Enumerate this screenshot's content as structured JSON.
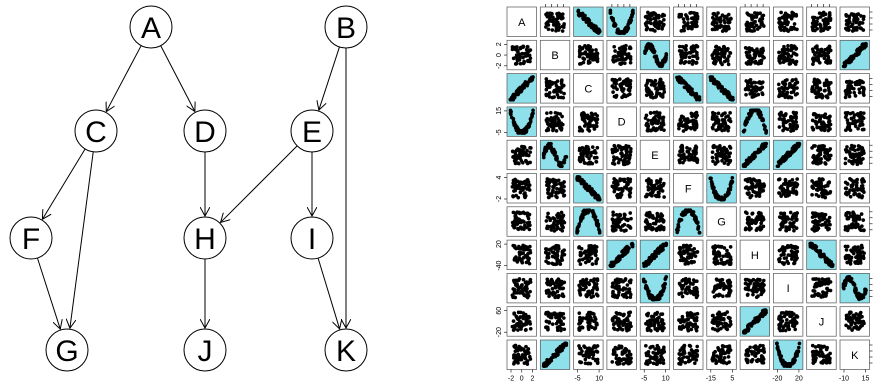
{
  "dag": {
    "nodes": [
      {
        "id": "A",
        "label": "A"
      },
      {
        "id": "B",
        "label": "B"
      },
      {
        "id": "C",
        "label": "C"
      },
      {
        "id": "D",
        "label": "D"
      },
      {
        "id": "E",
        "label": "E"
      },
      {
        "id": "F",
        "label": "F"
      },
      {
        "id": "H",
        "label": "H"
      },
      {
        "id": "I",
        "label": "I"
      },
      {
        "id": "G",
        "label": "G"
      },
      {
        "id": "J",
        "label": "J"
      },
      {
        "id": "K",
        "label": "K"
      }
    ],
    "edges": [
      [
        "A",
        "C"
      ],
      [
        "A",
        "D"
      ],
      [
        "B",
        "E"
      ],
      [
        "B",
        "K"
      ],
      [
        "C",
        "F"
      ],
      [
        "C",
        "G"
      ],
      [
        "F",
        "G"
      ],
      [
        "D",
        "H"
      ],
      [
        "E",
        "H"
      ],
      [
        "E",
        "I"
      ],
      [
        "H",
        "J"
      ],
      [
        "I",
        "K"
      ]
    ]
  },
  "pairs": {
    "variables": [
      "A",
      "B",
      "C",
      "D",
      "E",
      "F",
      "G",
      "H",
      "I",
      "J",
      "K"
    ],
    "highlight_color": "#8ee1eb",
    "highlighted_cells": [
      [
        "A",
        "C"
      ],
      [
        "A",
        "D"
      ],
      [
        "B",
        "E"
      ],
      [
        "B",
        "K"
      ],
      [
        "C",
        "F"
      ],
      [
        "C",
        "G"
      ],
      [
        "F",
        "G"
      ],
      [
        "D",
        "H"
      ],
      [
        "E",
        "H"
      ],
      [
        "E",
        "I"
      ],
      [
        "H",
        "J"
      ],
      [
        "I",
        "K"
      ]
    ],
    "y_axis_labels": {
      "B": [
        "-2",
        "0",
        "2"
      ],
      "D": [
        "-5",
        "15"
      ],
      "F": [
        "-2",
        "4"
      ],
      "H": [
        "-40",
        "20"
      ],
      "J": [
        "-20",
        "60"
      ]
    },
    "x_axis_labels": {
      "A": [
        "-2",
        "0",
        "2"
      ],
      "C": [
        "-5",
        "10"
      ],
      "E": [
        "-5",
        "10"
      ],
      "G": [
        "-15",
        "5"
      ],
      "I": [
        "-20",
        "20"
      ],
      "K": [
        "-10",
        "15"
      ]
    }
  }
}
